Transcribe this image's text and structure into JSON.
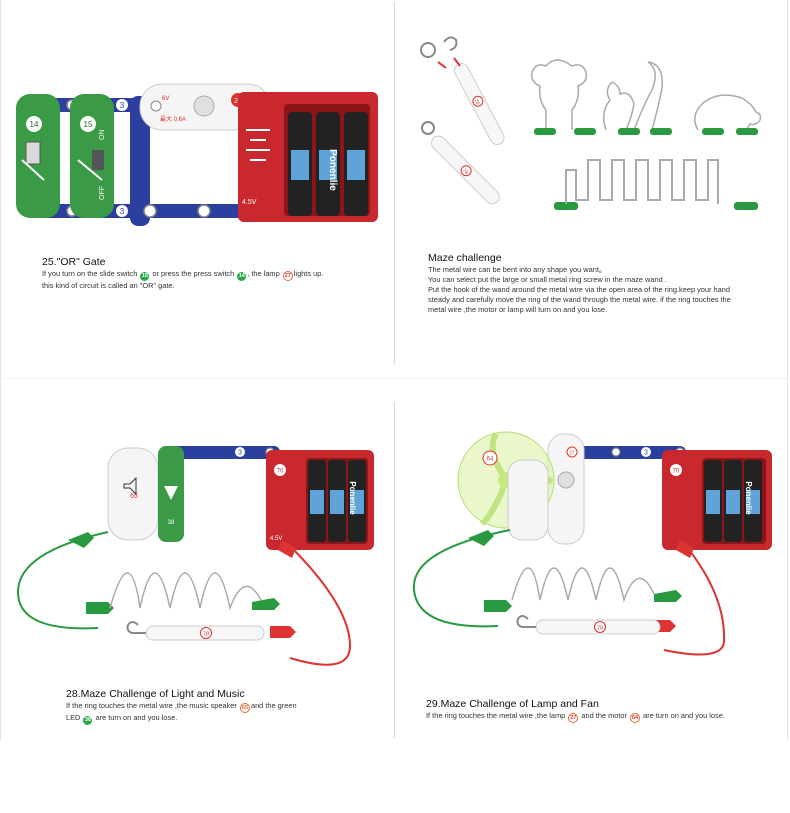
{
  "panel1": {
    "title": "25.\"OR\" Gate",
    "line1a": "If you turn on the slide switch",
    "badge_slide": "15",
    "line1b": "or press the press switch",
    "badge_press": "14",
    "line1c": ", the lamp",
    "badge_lamp": "27",
    "line1d": "lights up.",
    "line2": "this kind of circuit is called an \"OR\" gate.",
    "labels": {
      "lamp_v": "6V",
      "lamp_a": "最大 0.6A",
      "lamp_num": "27",
      "sw14": "14",
      "sw15": "15",
      "off": "OFF",
      "on": "ON",
      "batt": "4.5V",
      "wire3": "3",
      "brand": "Ponenlie"
    }
  },
  "panel2": {
    "title": "Maze challenge",
    "lines": [
      "The metal wire can be bent into any shape you want。",
      "You can select put the large or small metal ring screw in the maze wand .",
      " Put the hook of the wand around the metal wire via the open area of the ring.keep your hand",
      "steady and carefully move the ring of the wand through the metal wire. if the ring touches the",
      "metal wire ,the motor or lamp will turn on and you lose."
    ],
    "wand_num": "78"
  },
  "panel3": {
    "title": "28.Maze Challenge of Light and Music",
    "line1a": "If the ring touches the metal wire ,the music speaker",
    "badge_speaker": "65",
    "line1b": "and the green",
    "line2a": "LED",
    "badge_led": "38",
    "line2b": "are turn on and you lose.",
    "labels": {
      "wand": "78",
      "batt_num": "70",
      "batt": "4.5V",
      "wire3": "3",
      "brand": "Ponenlie",
      "speaker": "65",
      "led": "38"
    }
  },
  "panel4": {
    "title": "29.Maze Challenge of Lamp and Fan",
    "line1a": "If the ring touches the metal wire ,the lamp",
    "badge_lamp": "27",
    "line1b": "and the motor",
    "badge_motor": "64",
    "line1c": "are turn on and you lose.",
    "labels": {
      "wand": "78",
      "batt_num": "70",
      "wire3": "3",
      "brand": "Ponenlie",
      "motor": "64",
      "lamp": "27"
    }
  }
}
